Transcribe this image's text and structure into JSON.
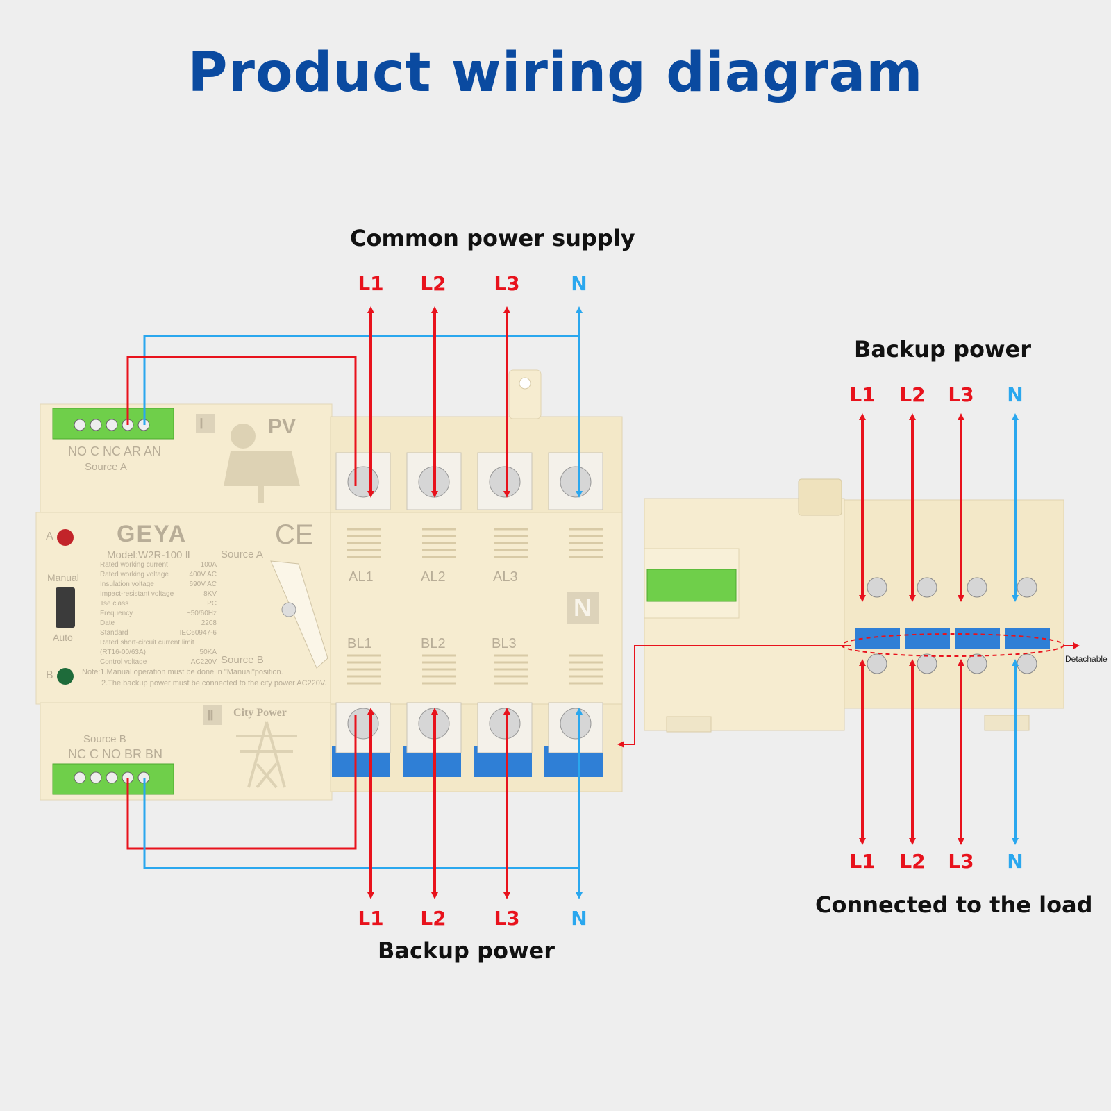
{
  "title": "Product wiring diagram",
  "headers": {
    "common_supply": "Common power supply",
    "backup_top_right": "Backup power",
    "backup_bottom": "Backup power",
    "load": "Connected to the load"
  },
  "terminal_labels": {
    "top": [
      "L1",
      "L2",
      "L3",
      "N"
    ],
    "bottom": [
      "L1",
      "L2",
      "L3",
      "N"
    ],
    "right_top": [
      "L1",
      "L2",
      "L3",
      "N"
    ],
    "right_bottom": [
      "L1",
      "L2",
      "L3",
      "N"
    ]
  },
  "device": {
    "brand": "GEYA",
    "model": "Model:W2R-100 Ⅱ",
    "ce_mark": "CE",
    "source_a_terminals": "NO C NC AR AN",
    "source_a": "Source A",
    "source_b": "Source B",
    "source_b_terminals": "NC C NO BR BN",
    "pv_roman": "Ⅰ",
    "pv_label": "PV",
    "city_roman": "Ⅱ",
    "city_label": "City Power",
    "indicator_a": "A",
    "indicator_b": "B",
    "mode_manual": "Manual",
    "mode_auto": "Auto",
    "knob_source_a": "Source A",
    "knob_source_b": "Source B",
    "pole_top": [
      "AL1",
      "AL2",
      "AL3"
    ],
    "pole_bottom": [
      "BL1",
      "BL2",
      "BL3"
    ],
    "neutral_mark": "N",
    "specs": [
      {
        "name": "Rated working current",
        "value": "100A"
      },
      {
        "name": "Rated working voltage",
        "value": "400V AC"
      },
      {
        "name": "Insulation voltage",
        "value": "690V AC"
      },
      {
        "name": "Impact-resistant voltage",
        "value": "8KV"
      },
      {
        "name": "Tse class",
        "value": "PC"
      },
      {
        "name": "Frequency",
        "value": "~50/60Hz"
      },
      {
        "name": "Date",
        "value": "2208"
      },
      {
        "name": "Standard",
        "value": "IEC60947-6"
      },
      {
        "name": "Rated short-circuit current limit",
        "value": ""
      },
      {
        "name": "(RT16-00/63A)",
        "value": "50KA"
      },
      {
        "name": "Control voltage",
        "value": "AC220V"
      }
    ],
    "note_1": "Note:1.Manual operation must be done in \"Manual\"position.",
    "note_2": "2.The backup power must be connected to the city power AC220V."
  },
  "side_device": {
    "detachable": "Detachable"
  },
  "colors": {
    "title": "#0a4aa0",
    "line": "#e8121c",
    "neutral": "#2aa7ee",
    "device_body": "#f6ecd0",
    "terminal_block": "#6fcf4a",
    "busbar": "#2f7fd6"
  }
}
